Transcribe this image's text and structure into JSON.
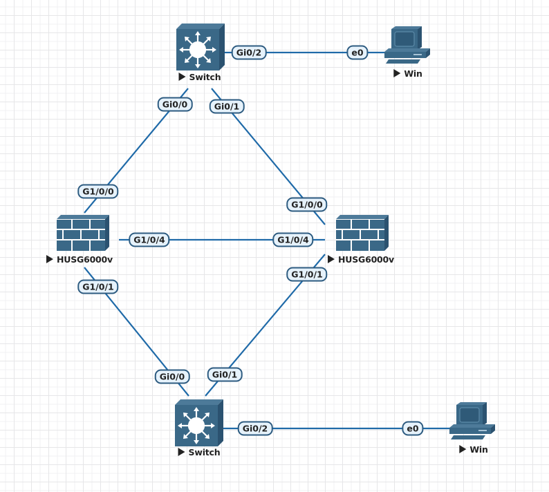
{
  "colors": {
    "device": "#3a6887",
    "device_dark": "#2b5270",
    "link": "#1f6aa8",
    "label_bg": "#e6f2fb",
    "label_border": "#2d5b80"
  },
  "nodes": {
    "switch_top": {
      "label": "Switch",
      "type": "switch-icon"
    },
    "switch_bottom": {
      "label": "Switch",
      "type": "switch-icon"
    },
    "fw_left": {
      "label": "HUSG6000v",
      "type": "firewall-icon"
    },
    "fw_right": {
      "label": "HUSG6000v",
      "type": "firewall-icon"
    },
    "pc_top": {
      "label": "Win",
      "type": "pc-icon"
    },
    "pc_bottom": {
      "label": "Win",
      "type": "pc-icon"
    }
  },
  "links": [
    {
      "from": "switch_top",
      "from_if": "Gi0/2",
      "to": "pc_top",
      "to_if": "e0"
    },
    {
      "from": "switch_top",
      "from_if": "Gi0/0",
      "to": "fw_left",
      "to_if": "G1/0/0"
    },
    {
      "from": "switch_top",
      "from_if": "Gi0/1",
      "to": "fw_right",
      "to_if": "G1/0/0"
    },
    {
      "from": "fw_left",
      "from_if": "G1/0/4",
      "to": "fw_right",
      "to_if": "G1/0/4"
    },
    {
      "from": "fw_left",
      "from_if": "G1/0/1",
      "to": "switch_bottom",
      "to_if": "Gi0/0"
    },
    {
      "from": "fw_right",
      "from_if": "G1/0/1",
      "to": "switch_bottom",
      "to_if": "Gi0/1"
    },
    {
      "from": "switch_bottom",
      "from_if": "Gi0/2",
      "to": "pc_bottom",
      "to_if": "e0"
    }
  ]
}
